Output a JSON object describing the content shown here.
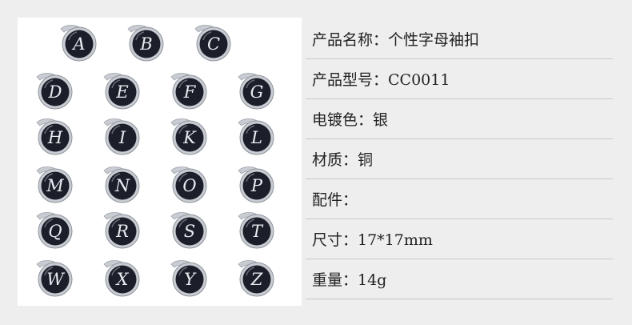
{
  "product_image": {
    "letters": [
      "A",
      "B",
      "C",
      "D",
      "E",
      "F",
      "G",
      "H",
      "I",
      "K",
      "L",
      "M",
      "N",
      "O",
      "P",
      "Q",
      "R",
      "S",
      "T",
      "W",
      "X",
      "Y",
      "Z"
    ],
    "rows": [
      3,
      4,
      4,
      4,
      4,
      4
    ]
  },
  "specs": [
    {
      "text": "产品名称：个性字母袖扣"
    },
    {
      "text": "产品型号：CC0011"
    },
    {
      "text": "电镀色：银"
    },
    {
      "text": "材质：铜"
    },
    {
      "text": "配件："
    },
    {
      "text": "尺寸：17*17mm"
    },
    {
      "text": "重量：14g"
    }
  ],
  "colors": {
    "background": "#eeeeee",
    "photo_background": "#ffffff",
    "enamel": "#1c1f2a",
    "silver": "#c9ccd2",
    "divider": "#c8c8c8"
  }
}
